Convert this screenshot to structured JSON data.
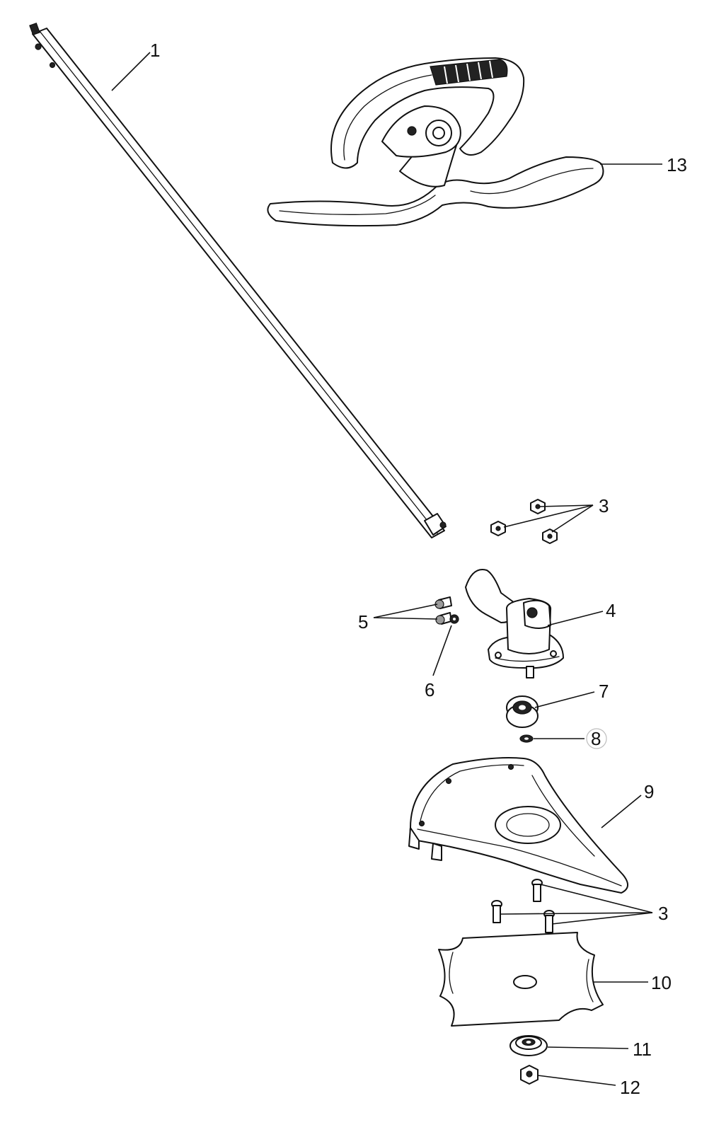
{
  "callouts": {
    "c1": "1",
    "c3_top": "3",
    "c3_bottom": "3",
    "c4": "4",
    "c5": "5",
    "c6": "6",
    "c7": "7",
    "c8": "8",
    "c9": "9",
    "c10": "10",
    "c11": "11",
    "c12": "12",
    "c13": "13"
  }
}
